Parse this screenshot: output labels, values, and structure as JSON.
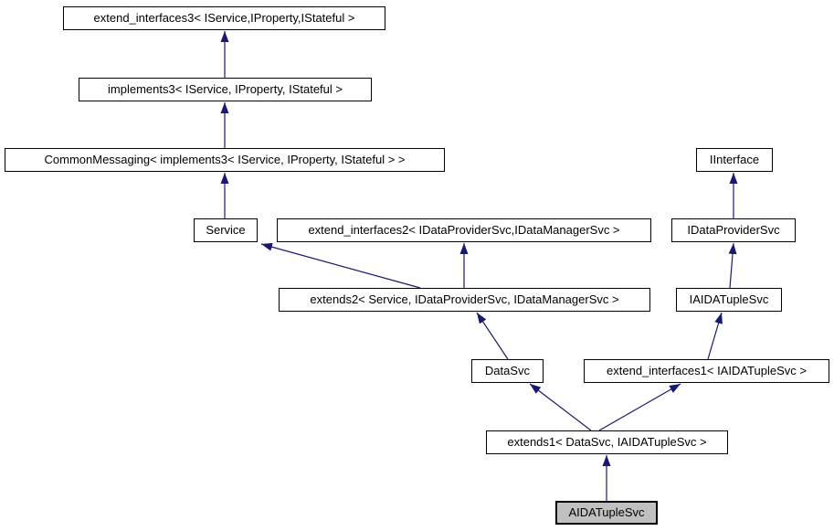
{
  "diagram": {
    "type": "class-inheritance-graph",
    "background_color": "#ffffff",
    "edge_color": "#191970",
    "node_border_color": "#000000",
    "node_fill_color": "#ffffff",
    "highlighted_node_fill_color": "#c0c0c0",
    "nodes": [
      {
        "id": "extend_interfaces3",
        "label": "extend_interfaces3< IService,IProperty,IStateful >",
        "highlighted": false
      },
      {
        "id": "implements3",
        "label": "implements3< IService, IProperty, IStateful >",
        "highlighted": false
      },
      {
        "id": "CommonMessaging",
        "label": "CommonMessaging< implements3< IService, IProperty, IStateful > >",
        "highlighted": false
      },
      {
        "id": "Service",
        "label": "Service",
        "highlighted": false
      },
      {
        "id": "extend_interfaces2",
        "label": "extend_interfaces2< IDataProviderSvc,IDataManagerSvc >",
        "highlighted": false
      },
      {
        "id": "IInterface",
        "label": "IInterface",
        "highlighted": false
      },
      {
        "id": "IDataProviderSvc",
        "label": "IDataProviderSvc",
        "highlighted": false
      },
      {
        "id": "extends2",
        "label": "extends2< Service, IDataProviderSvc, IDataManagerSvc >",
        "highlighted": false
      },
      {
        "id": "IAIDATupleSvc",
        "label": "IAIDATupleSvc",
        "highlighted": false
      },
      {
        "id": "DataSvc",
        "label": "DataSvc",
        "highlighted": false
      },
      {
        "id": "extend_interfaces1",
        "label": "extend_interfaces1< IAIDATupleSvc >",
        "highlighted": false
      },
      {
        "id": "extends1",
        "label": "extends1< DataSvc, IAIDATupleSvc >",
        "highlighted": false
      },
      {
        "id": "AIDATupleSvc",
        "label": "AIDATupleSvc",
        "highlighted": true
      }
    ],
    "edges": [
      {
        "child": "implements3",
        "parent": "extend_interfaces3"
      },
      {
        "child": "CommonMessaging",
        "parent": "implements3"
      },
      {
        "child": "Service",
        "parent": "CommonMessaging"
      },
      {
        "child": "extends2",
        "parent": "Service"
      },
      {
        "child": "extends2",
        "parent": "extend_interfaces2"
      },
      {
        "child": "IDataProviderSvc",
        "parent": "IInterface"
      },
      {
        "child": "IAIDATupleSvc",
        "parent": "IDataProviderSvc"
      },
      {
        "child": "DataSvc",
        "parent": "extends2"
      },
      {
        "child": "extend_interfaces1",
        "parent": "IAIDATupleSvc"
      },
      {
        "child": "extends1",
        "parent": "DataSvc"
      },
      {
        "child": "extends1",
        "parent": "extend_interfaces1"
      },
      {
        "child": "AIDATupleSvc",
        "parent": "extends1"
      }
    ]
  }
}
